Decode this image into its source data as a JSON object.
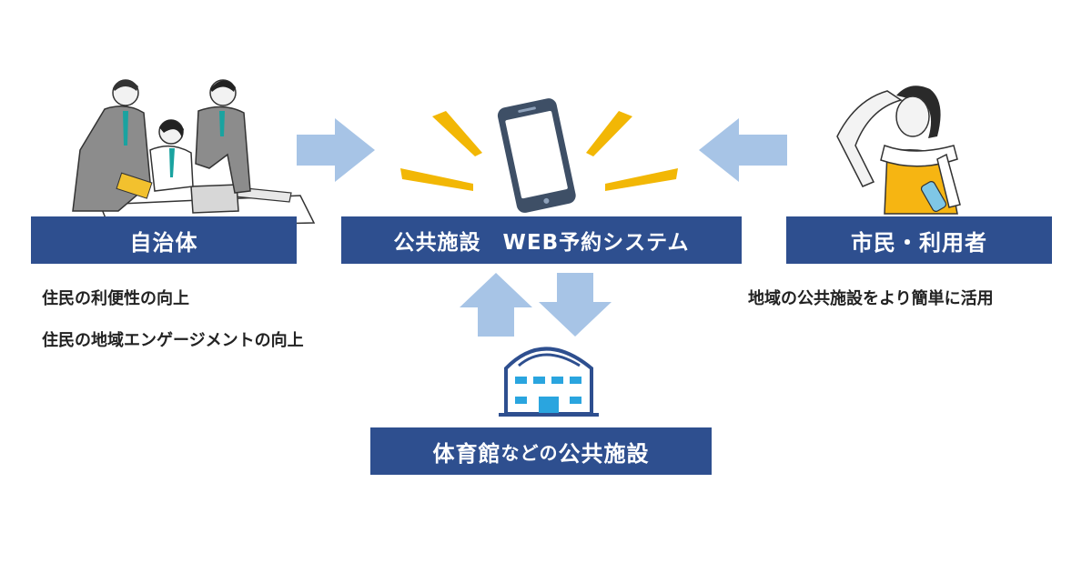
{
  "left": {
    "label": "自治体",
    "desc": [
      "住民の利便性の向上",
      "住民の地域エンゲージメントの向上"
    ]
  },
  "center": {
    "label": "公共施設　WEB予約システム"
  },
  "right": {
    "label": "市民・利用者",
    "desc": [
      "地域の公共施設をより簡単に活用"
    ]
  },
  "bottom": {
    "label_part1": "体育館",
    "label_part2": "などの",
    "label_part3": "公共施設"
  },
  "colors": {
    "box": "#2e4f8f",
    "arrow": "#a7c4e6",
    "burst": "#f2b705",
    "phone": "#3e4f66"
  },
  "icons": [
    "office-workers-illustration",
    "smartphone-icon",
    "woman-runner-illustration",
    "building-icon"
  ]
}
